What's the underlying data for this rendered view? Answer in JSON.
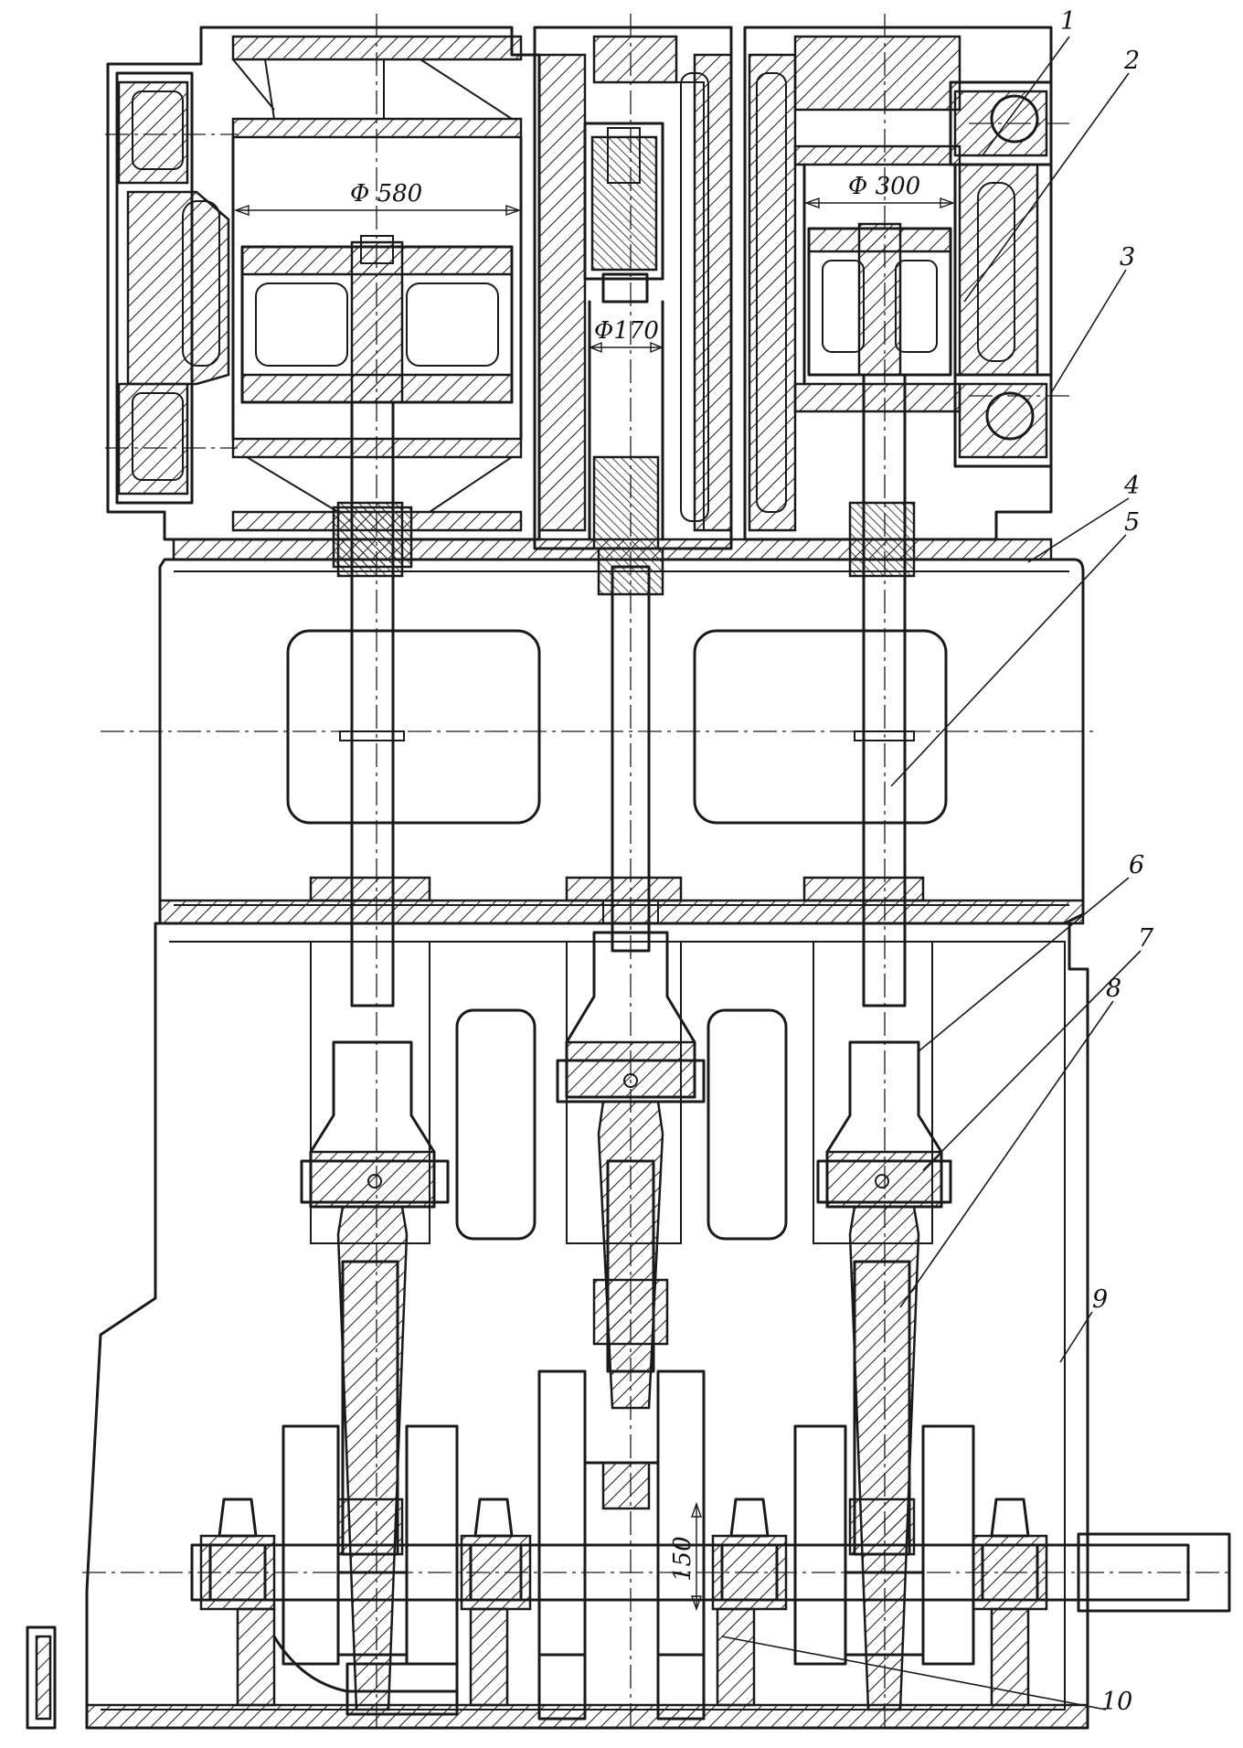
{
  "labels": {
    "l1": "1",
    "l2": "2",
    "l3": "3",
    "l4": "4",
    "l5": "5",
    "l6": "6",
    "l7": "7",
    "l8": "8",
    "l9": "9",
    "l10": "10"
  },
  "dimensions": {
    "d580": "Φ 580",
    "d300": "Φ 300",
    "d170": "Φ170",
    "stroke": "150"
  },
  "colors": {
    "ink": "#1a1a1a",
    "paper": "#ffffff"
  }
}
